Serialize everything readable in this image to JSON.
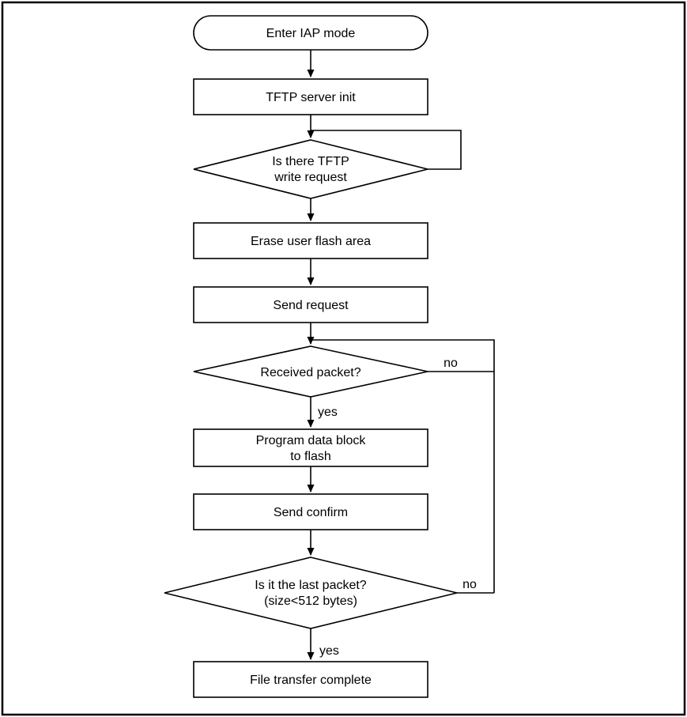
{
  "diagram": {
    "type": "flowchart",
    "colors": {
      "stroke": "#000000",
      "fill": "#ffffff",
      "text": "#000000"
    },
    "nodes": {
      "start": {
        "shape": "terminator",
        "lines": [
          "Enter IAP mode"
        ]
      },
      "tftp_server_init": {
        "shape": "process",
        "lines": [
          "TFTP server init"
        ]
      },
      "write_request": {
        "shape": "decision",
        "lines": [
          "Is there TFTP",
          "write request"
        ]
      },
      "erase_flash": {
        "shape": "process",
        "lines": [
          "Erase user flash area"
        ]
      },
      "send_request": {
        "shape": "process",
        "lines": [
          "Send request"
        ]
      },
      "received_packet": {
        "shape": "decision",
        "lines": [
          "Received packet?"
        ]
      },
      "program_flash": {
        "shape": "process",
        "lines": [
          "Program data block",
          "to flash"
        ]
      },
      "send_confirm": {
        "shape": "process",
        "lines": [
          "Send confirm"
        ]
      },
      "last_packet": {
        "shape": "decision",
        "lines": [
          "Is it the last packet?",
          "(size<512 bytes)"
        ]
      },
      "transfer_complete": {
        "shape": "process",
        "lines": [
          "File transfer complete"
        ]
      }
    },
    "edge_labels": {
      "received_packet_no": "no",
      "received_packet_yes": "yes",
      "last_packet_no": "no",
      "last_packet_yes": "yes"
    }
  }
}
